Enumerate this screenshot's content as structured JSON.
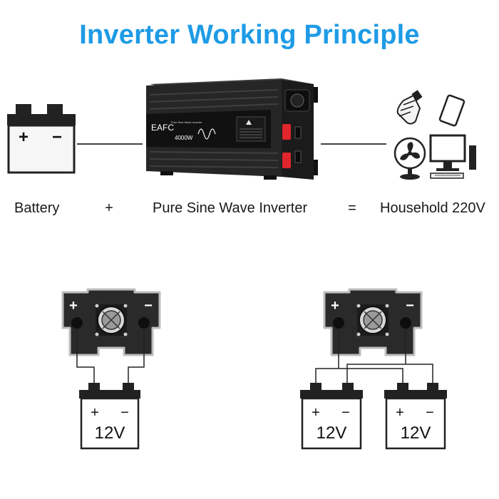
{
  "title": "Inverter Working Principle",
  "equation": {
    "battery": "Battery",
    "plus": "+",
    "inverter": "Pure Sine Wave Inverter",
    "equals": "=",
    "household": "Household 220V"
  },
  "inverter": {
    "brand": "EAFC",
    "subtitle": "Pure Sine Wave Inverter",
    "power": "4000W"
  },
  "battery_icon": {
    "plus": "+",
    "minus": "−"
  },
  "single_setup": {
    "terminal_plus": "+",
    "terminal_minus": "−",
    "battery": {
      "plus": "+",
      "minus": "−",
      "voltage": "12V"
    }
  },
  "dual_setup": {
    "terminal_plus": "+",
    "terminal_minus": "−",
    "batteries": [
      {
        "plus": "+",
        "minus": "−",
        "voltage": "12V"
      },
      {
        "plus": "+",
        "minus": "−",
        "voltage": "12V"
      }
    ]
  },
  "colors": {
    "title": "#1e9be6",
    "inverter_body": "#2b2b2b",
    "switch_red": "#e0262c",
    "connector_body": "#2a2a2a"
  }
}
